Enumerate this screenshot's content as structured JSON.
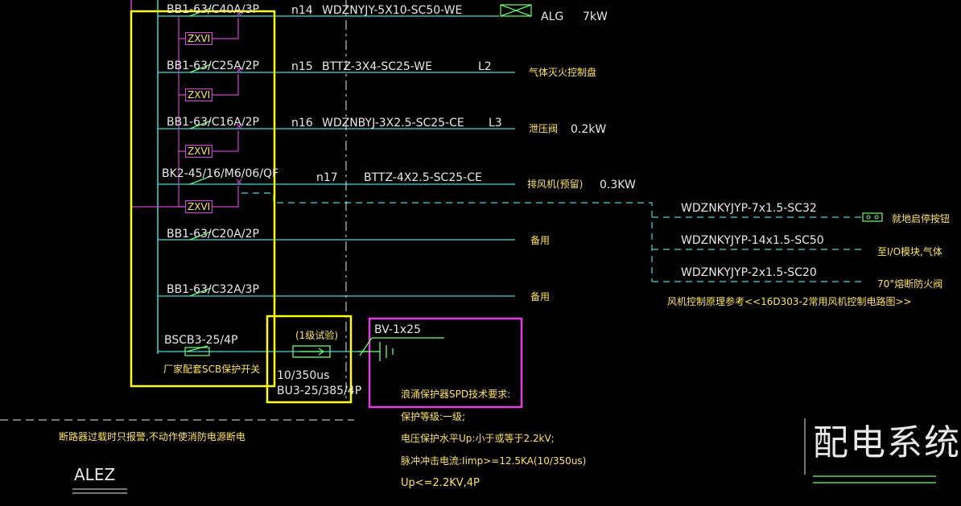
{
  "breakers": [
    {
      "label": "BB1-63/C40A/3P",
      "circuit": "n14",
      "cable": "WDZNYJY-5X10-SC50-WE",
      "phase": "",
      "load": "ALG",
      "power": "7kW"
    },
    {
      "label": "BB1-63/C25A/2P",
      "circuit": "n15",
      "cable": "BTTZ-3X4-SC25-WE",
      "phase": "L2",
      "load": "气体灭火控制盘",
      "power": ""
    },
    {
      "label": "BB1-63/C16A/2P",
      "circuit": "n16",
      "cable": "WDZNBYJ-3X2.5-SC25-CE",
      "phase": "L3",
      "load": "泄压阀",
      "power": "0.2kW"
    },
    {
      "label": "BK2-45/16/M6/06/QF",
      "circuit": "n17",
      "cable": "BTTZ-4X2.5-SC25-CE",
      "phase": "",
      "load": "排风机(预留)",
      "power": "0.3KW"
    },
    {
      "label": "BB1-63/C20A/2P",
      "circuit": "",
      "cable": "",
      "phase": "",
      "load": "备用",
      "power": ""
    },
    {
      "label": "BB1-63/C32A/3P",
      "circuit": "",
      "cable": "",
      "phase": "",
      "load": "备用",
      "power": ""
    }
  ],
  "module_label": "ZXVI",
  "scb": {
    "label": "BSCB3-25/4P",
    "note": "厂家配套SCB保护开关"
  },
  "spd": {
    "test_class": "(1级试验)",
    "waveform": "10/350us",
    "model": "BU3-25/385/4P"
  },
  "ground_cable": "BV-1x25",
  "control_cables": [
    {
      "cable": "WDZNKYJYP-7x1.5-SC32",
      "dest": "就地启停按钮"
    },
    {
      "cable": "WDZNKYJYP-14x1.5-SC50",
      "dest": "至I/O模块,气体"
    },
    {
      "cable": "WDZNKYJYP-2x1.5-SC20",
      "dest": "70°熔断防火阀"
    }
  ],
  "control_ref": "风机控制原理参考<<16D303-2常用风机控制电路图>>",
  "notes": {
    "breaker_note": "断路器过载时只报警,不动作使消防电源断电",
    "spd_title": "浪涌保护器SPD技术要求:",
    "spd_lines": [
      "保护等级:一级;",
      "电压保护水平Up:小于或等于2.2kV;",
      "脉冲冲击电流:Iimp>=12.5KA(10/350us)",
      "Up<=2.2KV,4P"
    ]
  },
  "panel_name": "ALEZ",
  "drawing_title": "配电系统"
}
